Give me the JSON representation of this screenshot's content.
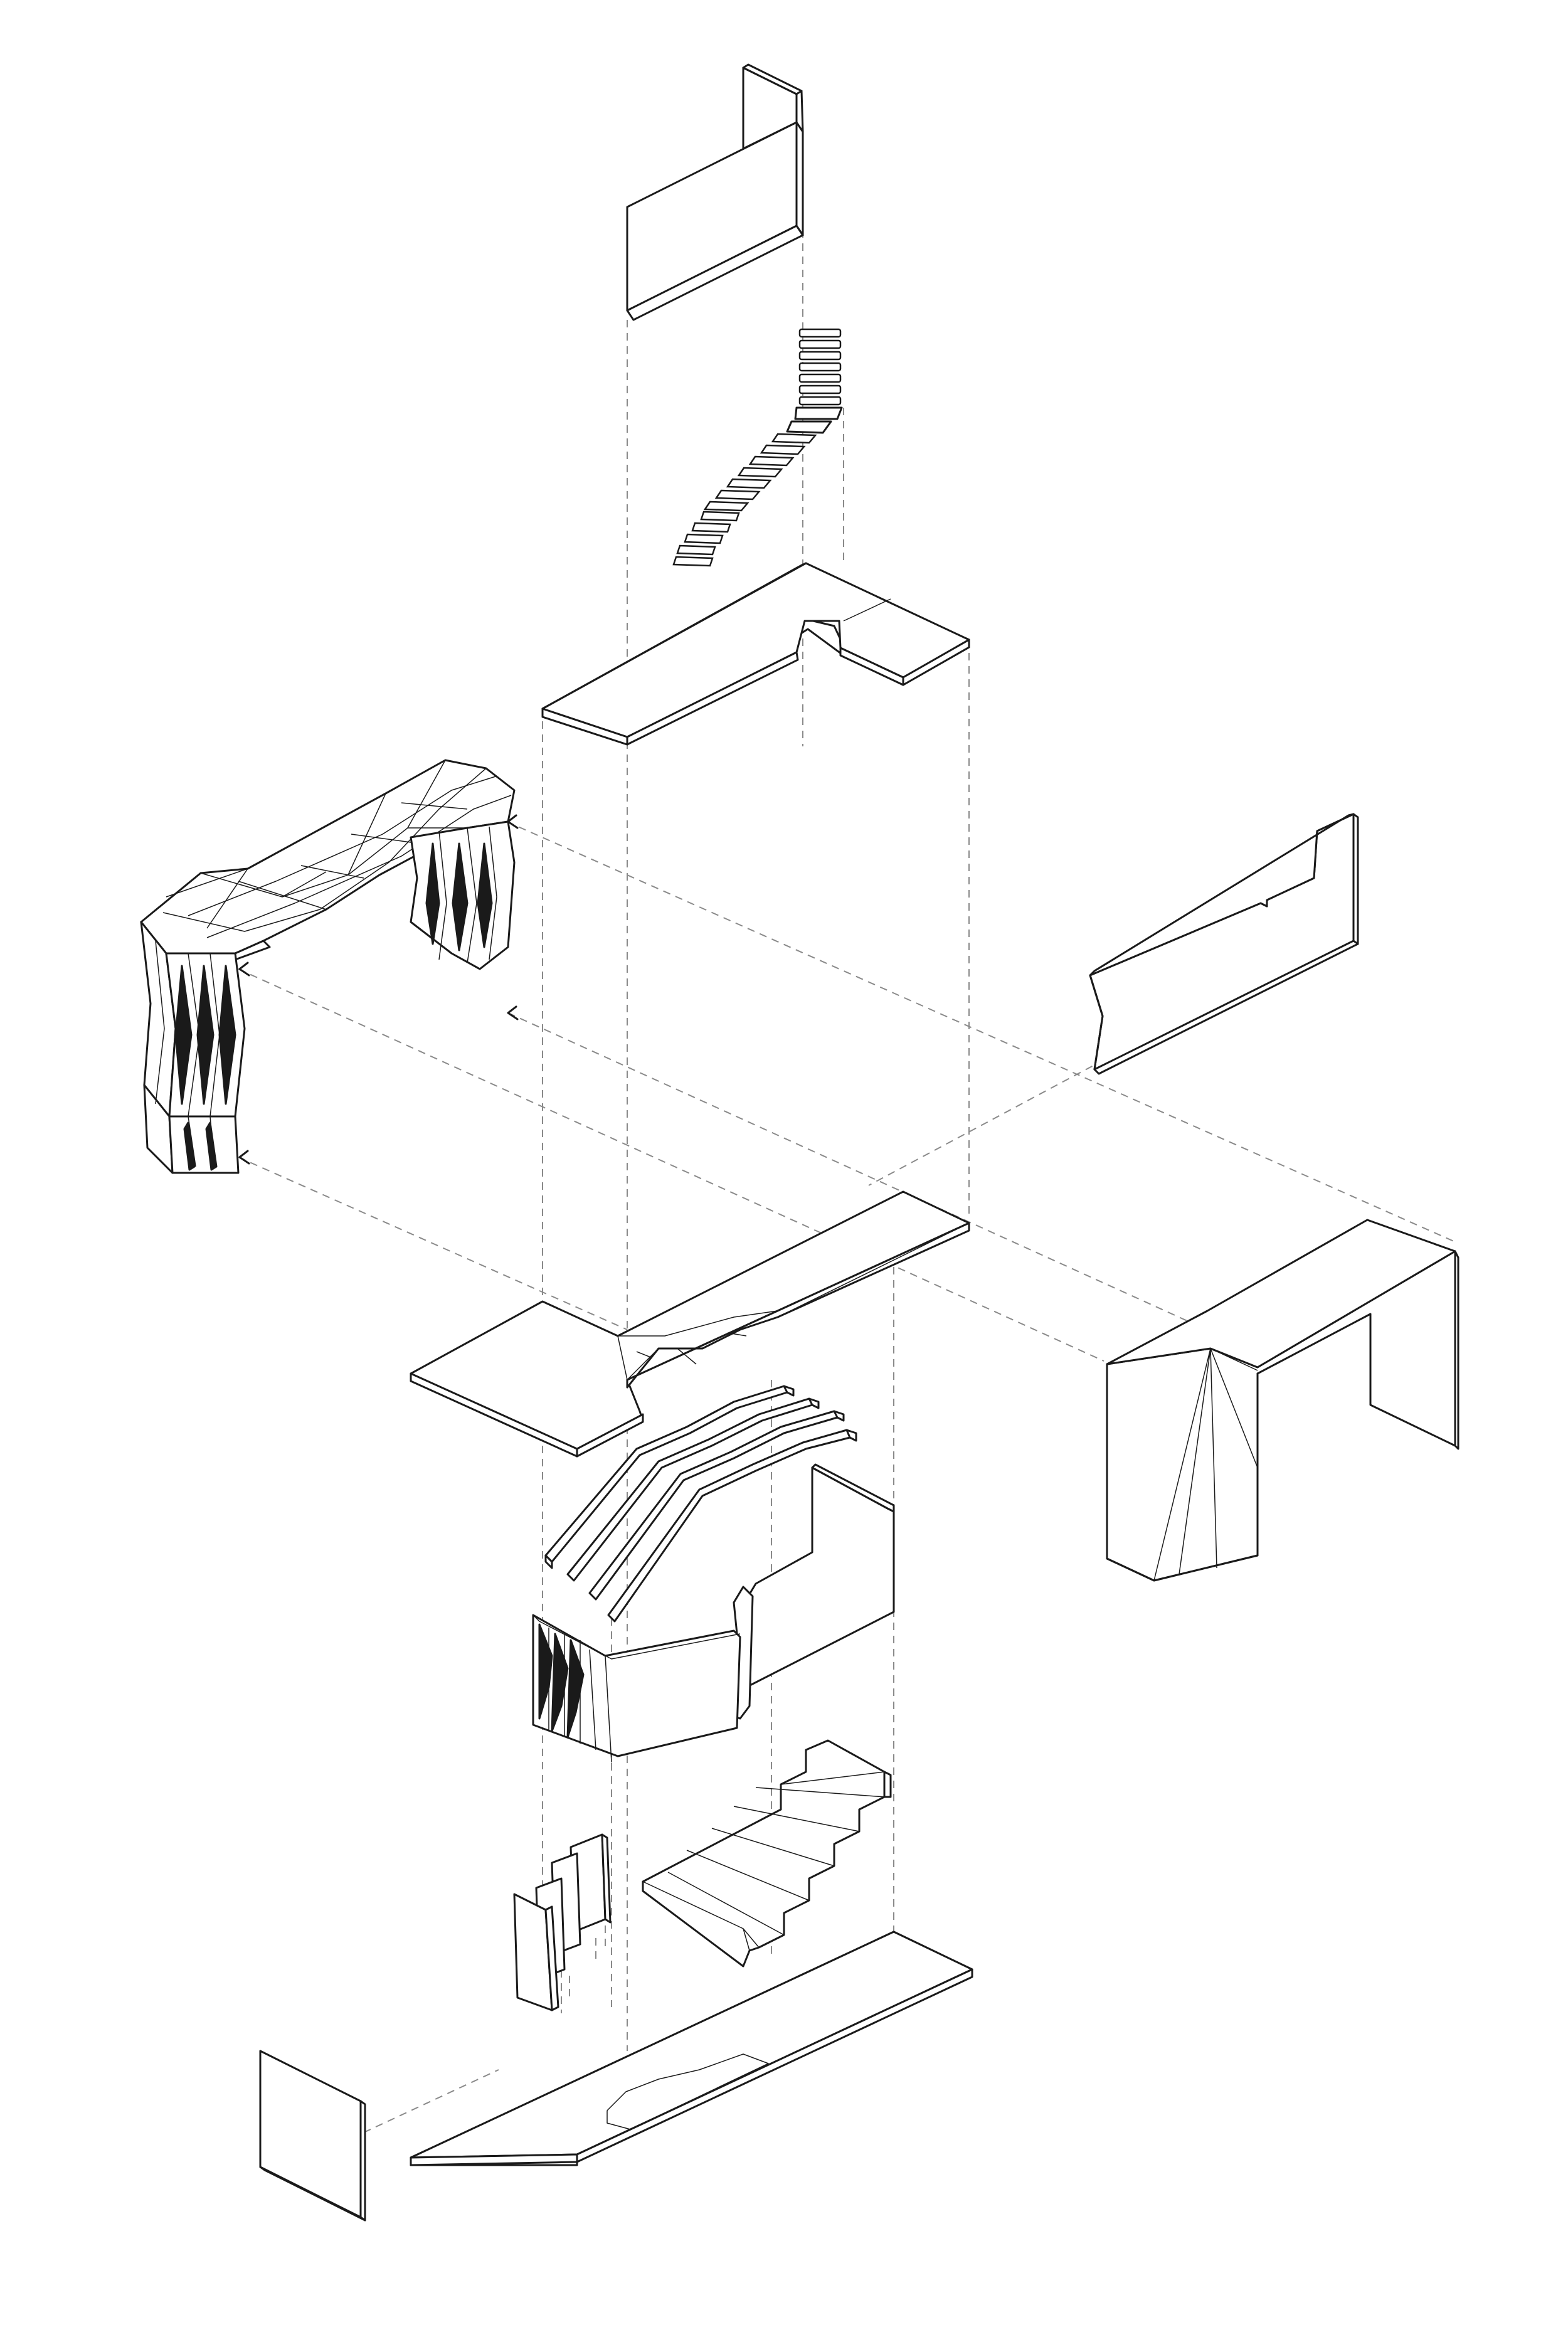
{
  "diagram": {
    "type": "exploded axonometric",
    "style": "black line drawing on white, dashed projection lines",
    "colors": {
      "line": "#1a1a1a",
      "projection": "#8a8a8a",
      "background": "#ffffff"
    },
    "components": [
      "top-wall-panel",
      "spiral-stair",
      "upper-floor-slab",
      "folded-truss-bridge",
      "right-wall-panel",
      "middle-floor-slab",
      "right-portal-frame",
      "curved-ribs",
      "folded-wall-assembly",
      "stair-flight",
      "fin-panels",
      "ground-slab",
      "small-square-panel"
    ]
  }
}
